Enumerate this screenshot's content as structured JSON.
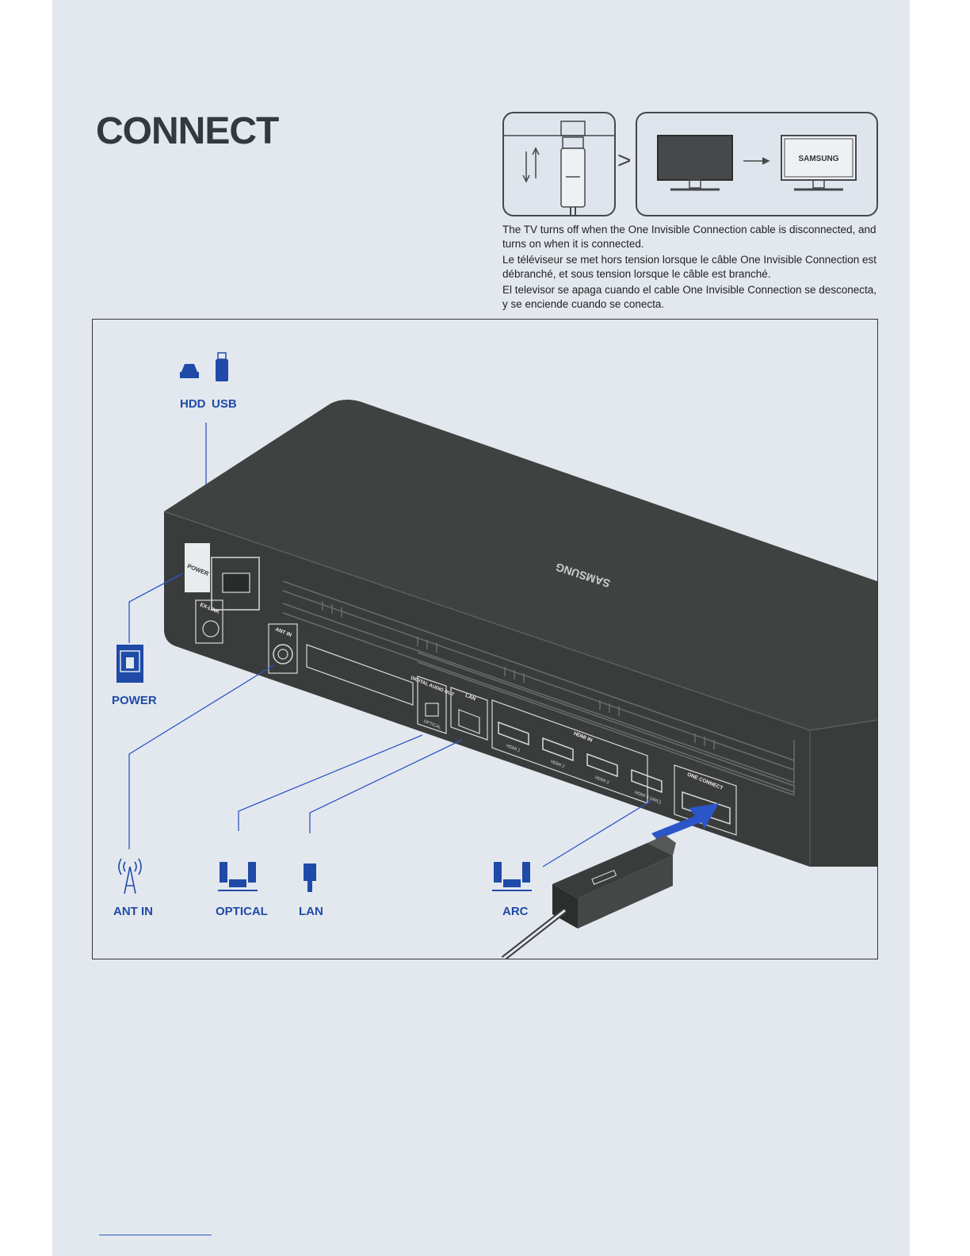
{
  "title": "CONNECT",
  "top_panel": {
    "samsung_screen_text": "SAMSUNG",
    "description": [
      "The TV turns off when the One Invisible Connection cable is disconnected, and turns on when it is connected.",
      "Le téléviseur se met hors tension lorsque le câble One Invisible Connection est débranché, et sous tension lorsque le câble est branché.",
      "El televisor se apaga cuando el cable One Invisible Connection se desconecta, y se enciende cuando se conecta."
    ]
  },
  "device": {
    "brand": "SAMSUNG",
    "port_labels": {
      "power": "POWER",
      "ex_link": "EX-LINK",
      "ant_in": "ANT IN",
      "digital_audio_out": "DIGITAL AUDIO OUT",
      "optical": "OPTICAL",
      "lan": "LAN",
      "hdmi_in": "HDMI IN",
      "hdmi1": "HDMI 1",
      "hdmi2": "HDMI 2",
      "hdmi3": "HDMI 3",
      "hdmi4": "HDMI 4 (ARC)",
      "one_connect": "ONE CONNECT"
    }
  },
  "callouts": {
    "hdd": "HDD",
    "usb": "USB",
    "power": "POWER",
    "ant_in": "ANT IN",
    "optical": "OPTICAL",
    "lan": "LAN",
    "arc": "ARC"
  },
  "colors": {
    "accent": "#1f4aa8",
    "device": "#444745",
    "background": "#e3e8ef"
  }
}
